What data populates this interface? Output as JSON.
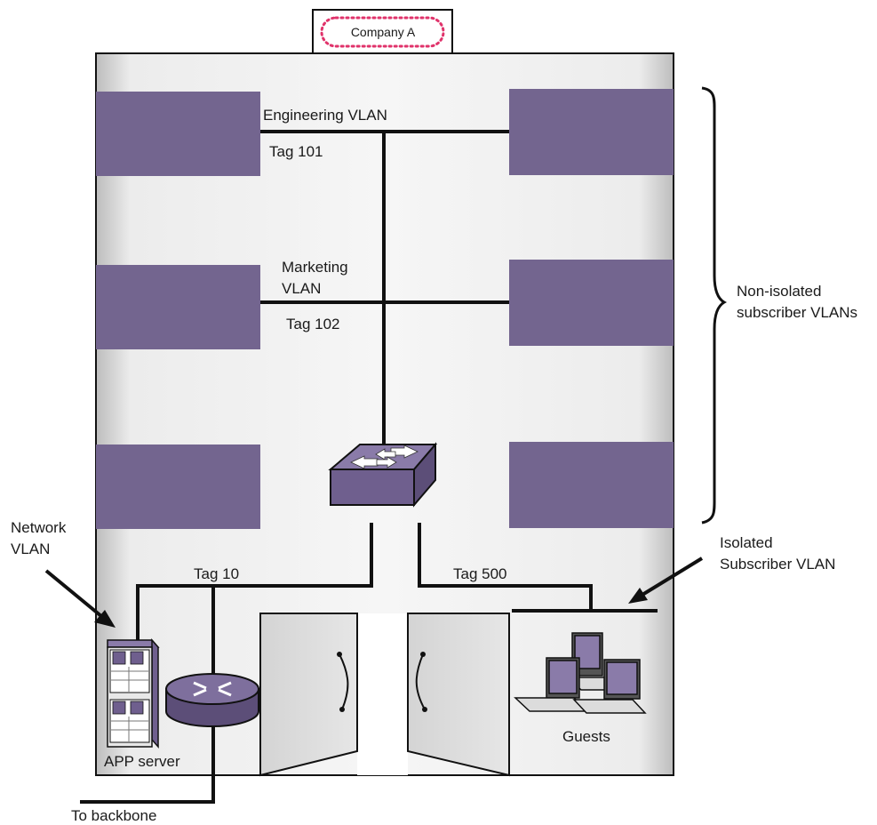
{
  "diagram": {
    "company_label": "Company A",
    "engineering": {
      "name": "Engineering VLAN",
      "tag": "Tag 101"
    },
    "marketing": {
      "name_line1": "Marketing",
      "name_line2": "VLAN",
      "tag": "Tag 102"
    },
    "network_vlan": {
      "line1": "Network",
      "line2": "VLAN"
    },
    "tag_network": "Tag 10",
    "tag_isolated": "Tag 500",
    "non_isolated": {
      "line1": "Non-isolated",
      "line2": "subscriber VLANs"
    },
    "isolated": {
      "line1": "Isolated",
      "line2": "Subscriber VLAN"
    },
    "app_server": "APP server",
    "guests": "Guests",
    "backbone": "To backbone"
  },
  "colors": {
    "building_fill": "#f2f2f2",
    "building_shadow": "#c8c8c8",
    "office_purple": "#73658f",
    "device_purple": "#6f5f8e",
    "line": "#111111",
    "sign_dots": "#e0336b"
  }
}
